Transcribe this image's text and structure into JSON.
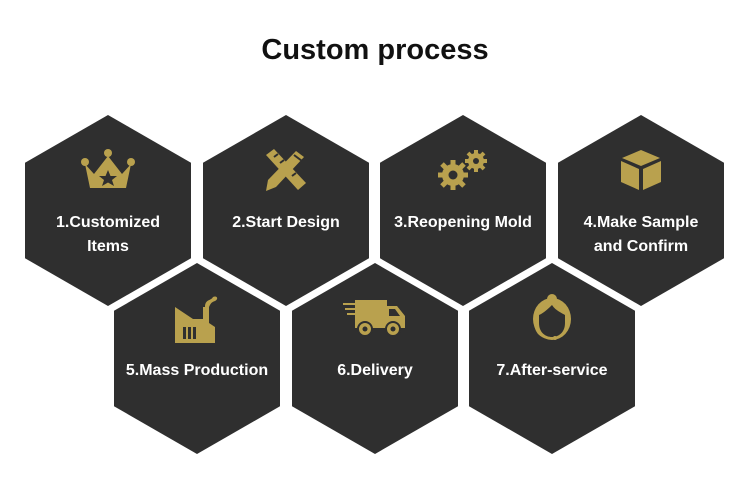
{
  "title": "Custom process",
  "colors": {
    "hex_bg": "#2f2f2f",
    "icon_gold": "#b9a14e",
    "text": "#ffffff"
  },
  "steps": [
    {
      "label": "1.Customized Items",
      "icon": "crown-icon"
    },
    {
      "label": "2.Start Design",
      "icon": "pencil-ruler-icon"
    },
    {
      "label": "3.Reopening Mold",
      "icon": "gears-icon"
    },
    {
      "label": "4.Make Sample and Confirm",
      "icon": "box-icon"
    },
    {
      "label": "5.Mass Production",
      "icon": "factory-icon"
    },
    {
      "label": "6.Delivery",
      "icon": "truck-icon"
    },
    {
      "label": "7.After-service",
      "icon": "headset-agent-icon"
    }
  ]
}
